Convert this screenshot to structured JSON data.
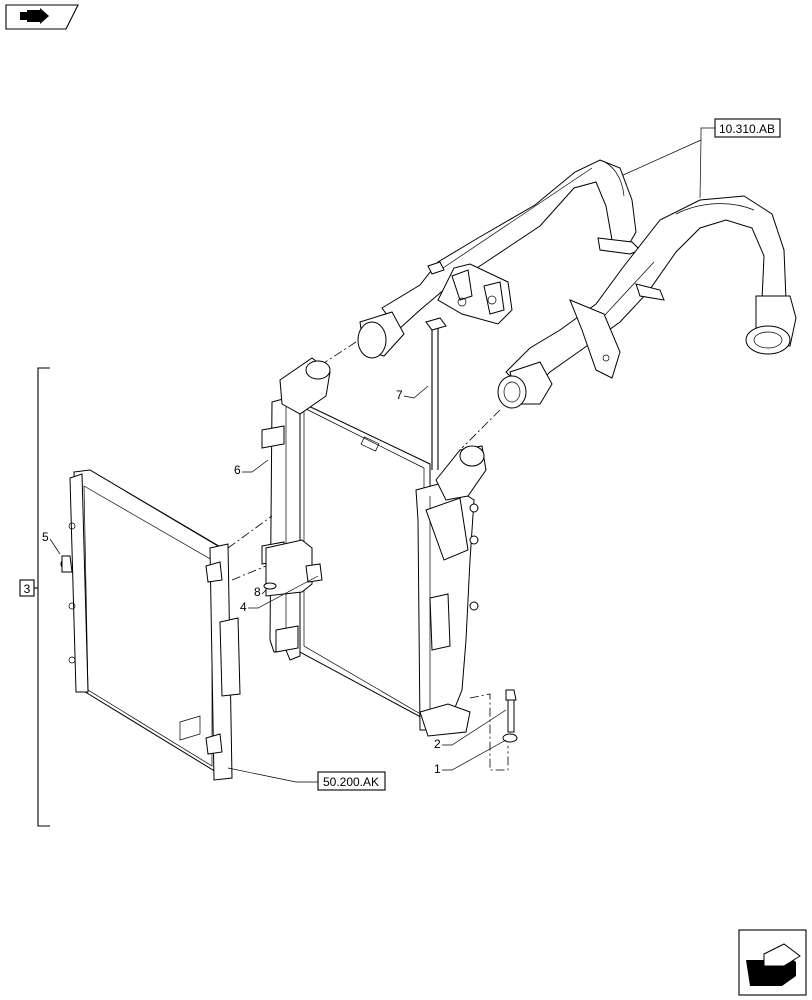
{
  "nav": {
    "top_icon": "book-arrow-icon",
    "bottom_icon": "next-page-arrow-icon"
  },
  "references": {
    "turbo_hoses": "10.310.AB",
    "radiator": "50.200.AK"
  },
  "group_label": "3",
  "callouts": {
    "c1": "1",
    "c2": "2",
    "c4": "4",
    "c5": "5",
    "c6": "6",
    "c7": "7",
    "c8": "8"
  }
}
